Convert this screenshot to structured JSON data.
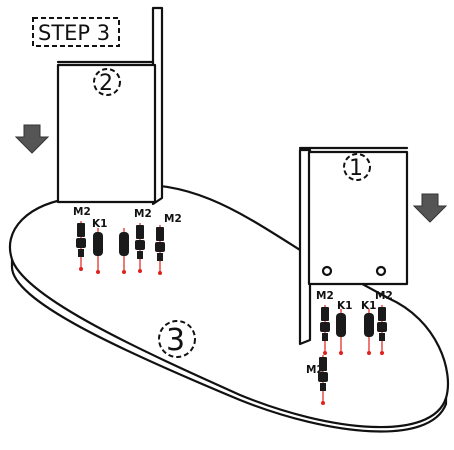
{
  "step_label": "STEP 3",
  "parts": {
    "panel_left": "2",
    "panel_right": "1",
    "base": "3"
  },
  "hardware_labels": {
    "left": [
      "M2",
      "K1",
      "M2",
      "M2"
    ],
    "right": [
      "M2",
      "K1",
      "K1",
      "M2",
      "M2"
    ]
  },
  "colors": {
    "line": "#111111",
    "arrow": "#555555",
    "screw_accent": "#e0201b"
  },
  "icons": [
    "down-arrow-icon",
    "down-arrow-icon"
  ]
}
